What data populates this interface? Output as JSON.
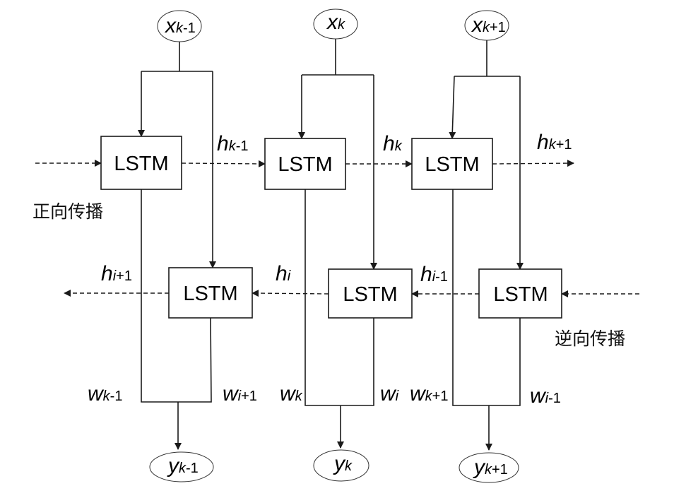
{
  "diagram": {
    "type": "bidirectional-lstm",
    "block_label": "LSTM",
    "colors": {
      "line": "#1a1a1a",
      "background": "#ffffff"
    },
    "inputs": [
      {
        "base": "x",
        "sub_var": "k",
        "sub_rest": "-1"
      },
      {
        "base": "x",
        "sub_var": "k",
        "sub_rest": ""
      },
      {
        "base": "x",
        "sub_var": "k",
        "sub_rest": "+1"
      }
    ],
    "outputs": [
      {
        "base": "y",
        "sub_var": "k",
        "sub_rest": "-1"
      },
      {
        "base": "y",
        "sub_var": "k",
        "sub_rest": ""
      },
      {
        "base": "y",
        "sub_var": "k",
        "sub_rest": "+1"
      }
    ],
    "forward_states": [
      {
        "base": "h",
        "sub_var": "k",
        "sub_rest": "-1"
      },
      {
        "base": "h",
        "sub_var": "k",
        "sub_rest": ""
      },
      {
        "base": "h",
        "sub_var": "k",
        "sub_rest": "+1"
      }
    ],
    "backward_states": [
      {
        "base": "h",
        "sub_var": "i",
        "sub_rest": "+1"
      },
      {
        "base": "h",
        "sub_var": "i",
        "sub_rest": ""
      },
      {
        "base": "h",
        "sub_var": "i",
        "sub_rest": "-1"
      }
    ],
    "weights": [
      {
        "base": "w",
        "sub_var": "k",
        "sub_rest": "-1"
      },
      {
        "base": "w",
        "sub_var": "i",
        "sub_rest": "+1"
      },
      {
        "base": "w",
        "sub_var": "k",
        "sub_rest": ""
      },
      {
        "base": "w",
        "sub_var": "i",
        "sub_rest": ""
      },
      {
        "base": "w",
        "sub_var": "k",
        "sub_rest": "+1"
      },
      {
        "base": "w",
        "sub_var": "i",
        "sub_rest": "-1"
      }
    ],
    "labels": {
      "forward": "正向传播",
      "backward": "逆向传播"
    }
  }
}
